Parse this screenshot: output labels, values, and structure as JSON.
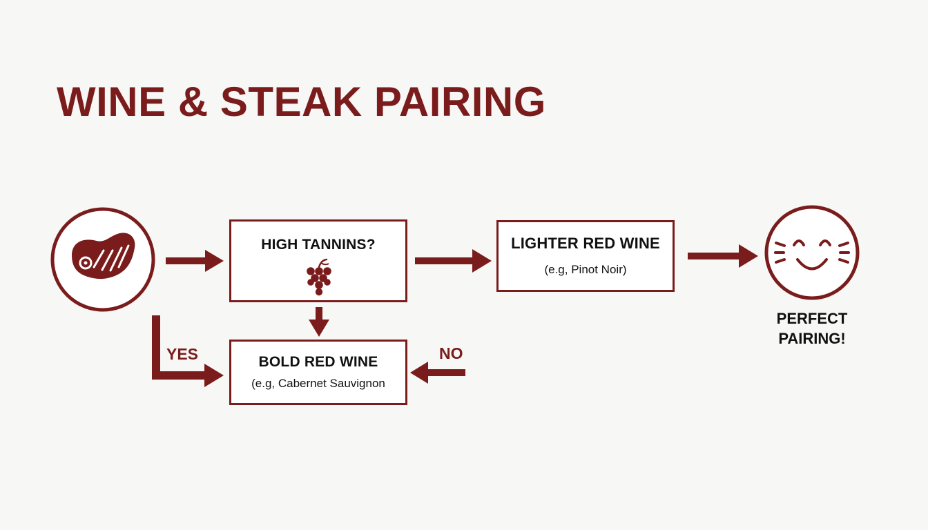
{
  "title": "WINE & STEAK PAIRING",
  "colors": {
    "accent": "#7a1c1c",
    "text": "#111111",
    "background": "#f7f7f6"
  },
  "start": {
    "icon": "steak-icon"
  },
  "decision": {
    "title": "HIGH TANNINS?",
    "icon": "grapes-icon"
  },
  "lighter_red": {
    "title": "LIGHTER RED WINE",
    "example": "(e.g, Pinot Noir)"
  },
  "bold_red": {
    "title": "BOLD RED WINE",
    "example": "(e.g, Cabernet Sauvignon"
  },
  "branches": {
    "yes": "YES",
    "no": "NO"
  },
  "outcome": {
    "icon": "smiley-icon",
    "line1": "PERFECT",
    "line2": "PAIRING!"
  }
}
